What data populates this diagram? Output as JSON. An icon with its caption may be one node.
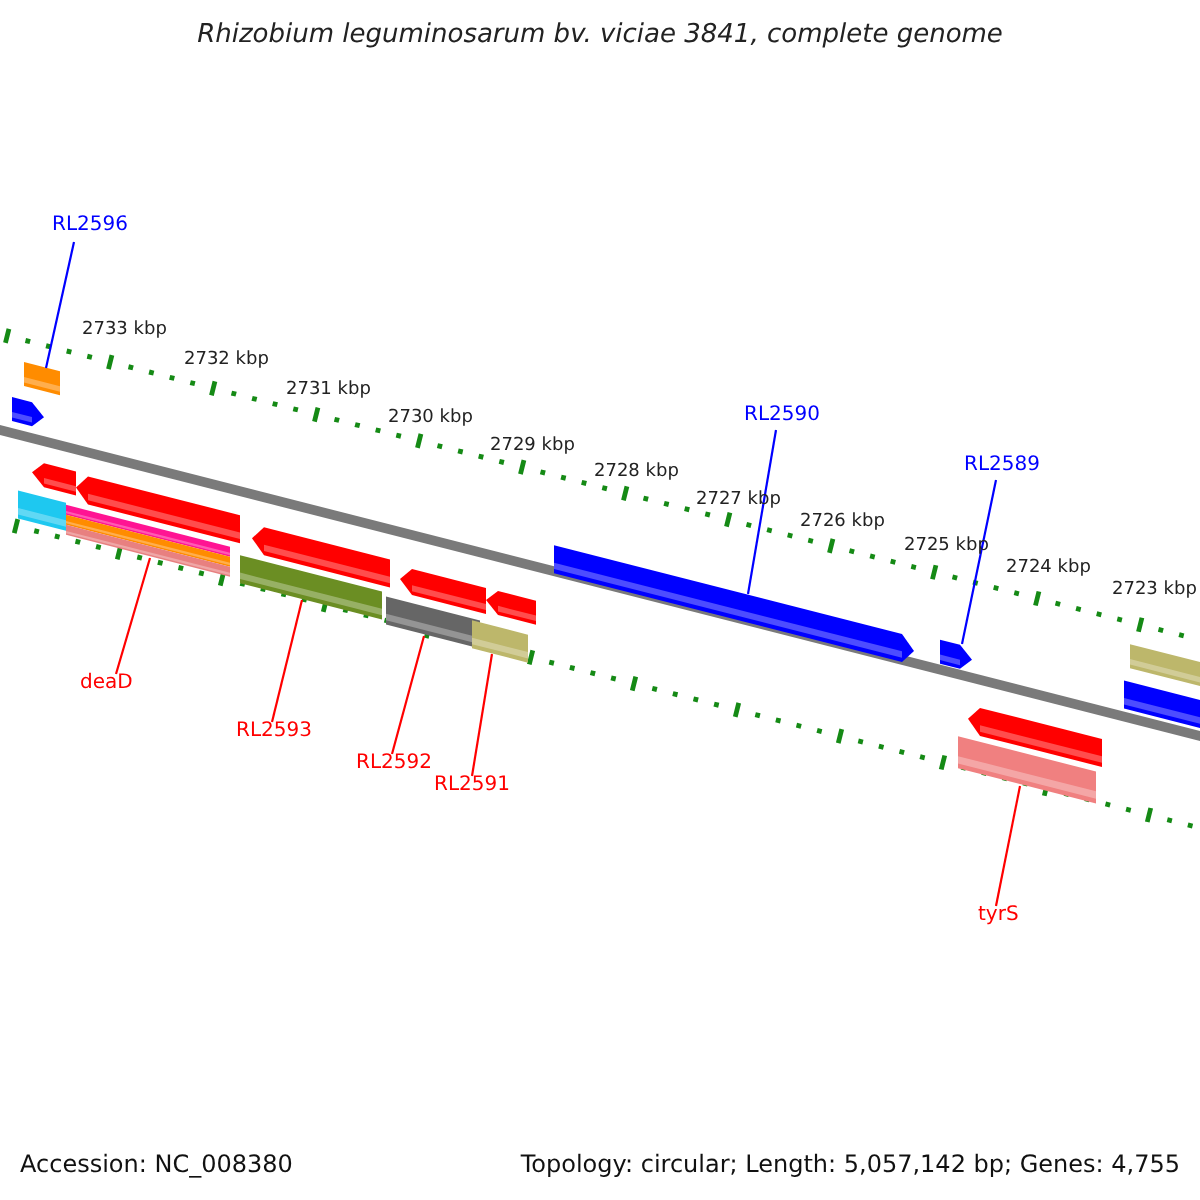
{
  "diagram": {
    "title": "Rhizobium leguminosarum bv. viciae 3841, complete genome",
    "nodes": [
      {
        "text": [
          "RL2596"
        ]
      },
      {
        "text": [
          "RL2590"
        ]
      },
      {
        "text": [
          "RL2589"
        ]
      },
      {
        "text": [
          "deaD"
        ]
      },
      {
        "text": [
          "RL2593"
        ]
      },
      {
        "text": [
          "RL2592"
        ]
      },
      {
        "text": [
          "RL2591"
        ]
      },
      {
        "text": [
          "tyrS"
        ]
      },
      {
        "text": [],
        "shape": "bar"
      },
      {
        "text": [],
        "shape": "bar"
      },
      {
        "text": [],
        "shape": "bar"
      },
      {
        "text": [],
        "shape": "bar"
      },
      {
        "text": [],
        "shape": "bar"
      },
      {
        "text": [],
        "shape": "bar"
      },
      {
        "text": [],
        "shape": "bar"
      },
      {
        "text": [],
        "shape": "bar"
      },
      {
        "text": [],
        "shape": "bar"
      },
      {
        "text": [],
        "shape": "bar"
      },
      {
        "text": [],
        "shape": "bar"
      },
      {
        "text": [],
        "shape": "bar"
      },
      {
        "text": [],
        "shape": "bar"
      },
      {
        "text": [],
        "shape": "bar"
      },
      {
        "text": [],
        "shape": "bar"
      },
      {
        "text": [],
        "shape": "bar"
      },
      {
        "text": [],
        "shape": "bar"
      },
      {
        "text": [],
        "shape": "bar"
      },
      {
        "text": [],
        "shape": "bar"
      },
      {
        "text": [],
        "shape": "bar"
      }
    ],
    "edges": [
      {
        "from": 0,
        "to": 8,
        "arrow": "none",
        "color": "#0000ff"
      },
      {
        "from": 1,
        "to": 22,
        "arrow": "none",
        "color": "#0000ff"
      },
      {
        "from": 2,
        "to": 23,
        "arrow": "none",
        "color": "#0000ff"
      },
      {
        "from": 3,
        "to": 15,
        "arrow": "none"
      },
      {
        "from": 4,
        "to": 17,
        "arrow": "none"
      },
      {
        "from": 5,
        "to": 20,
        "arrow": "none"
      },
      {
        "from": 6,
        "to": 21,
        "arrow": "none"
      },
      {
        "from": 7,
        "to": 27,
        "arrow": "none"
      }
    ],
    "labels": [
      "2733 kbp",
      "2732 kbp",
      "2731 kbp",
      "2730 kbp",
      "2729 kbp",
      "2728 kbp",
      "2727 kbp",
      "2726 kbp",
      "2725 kbp",
      "2724 kbp",
      "2723 kbp",
      "Accession: NC_008380",
      "Topology: circular; Length: 5,057,142 bp; Genes: 4,755"
    ]
  }
}
